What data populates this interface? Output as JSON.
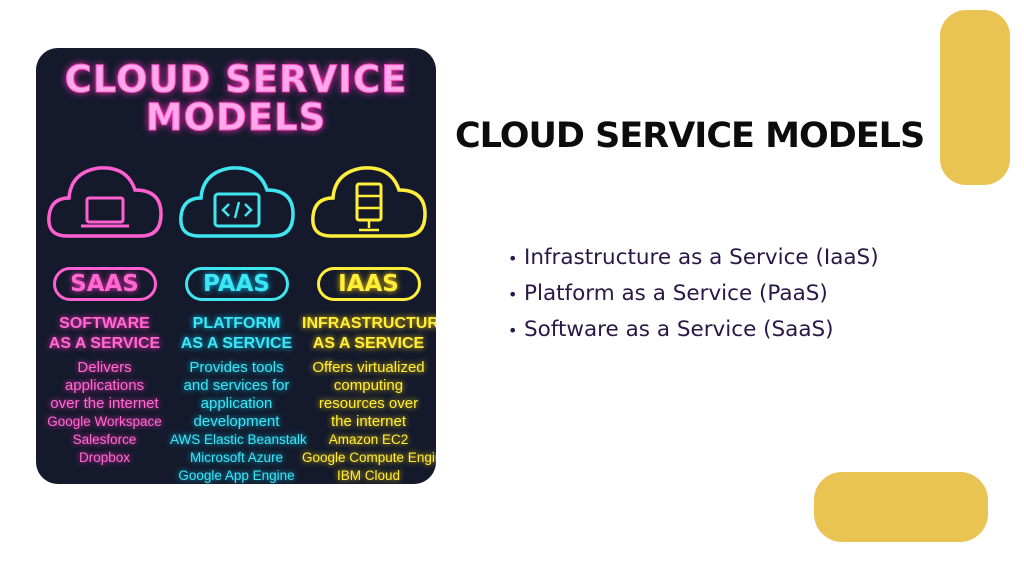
{
  "slide": {
    "title": "CLOUD SERVICE MODELS",
    "bullets": [
      "Infrastructure as a Service (IaaS)",
      "Platform as a Service (PaaS)",
      "Software as a Service (SaaS)"
    ]
  },
  "infographic": {
    "title_line1": "CLOUD SERVICE",
    "title_line2": "MODELS",
    "columns": [
      {
        "abbr": "SAAS",
        "name": "SOFTWARE\nAS A SERVICE",
        "description": "Delivers\napplications\nover the internet",
        "examples": [
          "Google Workspace",
          "Salesforce",
          "Dropbox"
        ],
        "icon": "laptop-icon"
      },
      {
        "abbr": "PAAS",
        "name": "PLATFORM\nAS A SERVICE",
        "description": "Provides tools\nand services for\napplication\ndevelopment",
        "examples": [
          "AWS Elastic Beanstalk",
          "Microsoft Azure",
          "Google App Engine"
        ],
        "icon": "code-icon"
      },
      {
        "abbr": "IAAS",
        "name": "INFRASTRUCTURE\nAS A SERVICE",
        "description": "Offers virtualized\ncomputing\nresources over\nthe internet",
        "examples": [
          "Amazon EC2",
          "Google Compute Engine",
          "IBM Cloud"
        ],
        "icon": "server-icon"
      }
    ]
  },
  "colors": {
    "accent": "#eac452",
    "pink": "#ff6ad2",
    "cyan": "#3fe6f0",
    "yellow": "#ffee3a",
    "panel": "#141a2c"
  }
}
